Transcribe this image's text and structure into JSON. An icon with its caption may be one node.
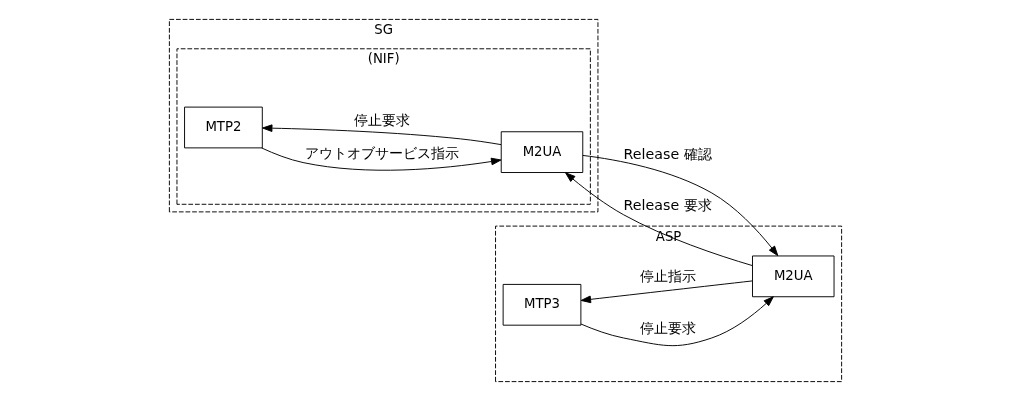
{
  "diagram": {
    "nodes": [
      {
        "text": [
          "SG"
        ]
      },
      {
        "text": [
          "(NIF)"
        ],
        "in": 0
      },
      {
        "text": [
          "MTP2"
        ],
        "in": 1
      },
      {
        "text": [
          "M2UA"
        ],
        "in": 1
      },
      {
        "text": [
          "ASP"
        ]
      },
      {
        "text": [
          "MTP3"
        ],
        "in": 4
      },
      {
        "text": [
          "M2UA"
        ],
        "in": 4
      }
    ],
    "edges": [
      {
        "from": 6,
        "to": 3,
        "arrow": "to",
        "label": "Release 要求"
      },
      {
        "from": 3,
        "to": 6,
        "arrow": "to",
        "label": "Release 確認"
      },
      {
        "from": 5,
        "to": 6,
        "arrow": "to",
        "label": "停止要求"
      },
      {
        "from": 6,
        "to": 5,
        "arrow": "to",
        "label": "停止指示"
      },
      {
        "from": 3,
        "to": 2,
        "arrow": "to",
        "label": "停止要求"
      },
      {
        "from": 2,
        "to": 3,
        "arrow": "to",
        "label": "アウトオブサービス指示"
      }
    ]
  }
}
